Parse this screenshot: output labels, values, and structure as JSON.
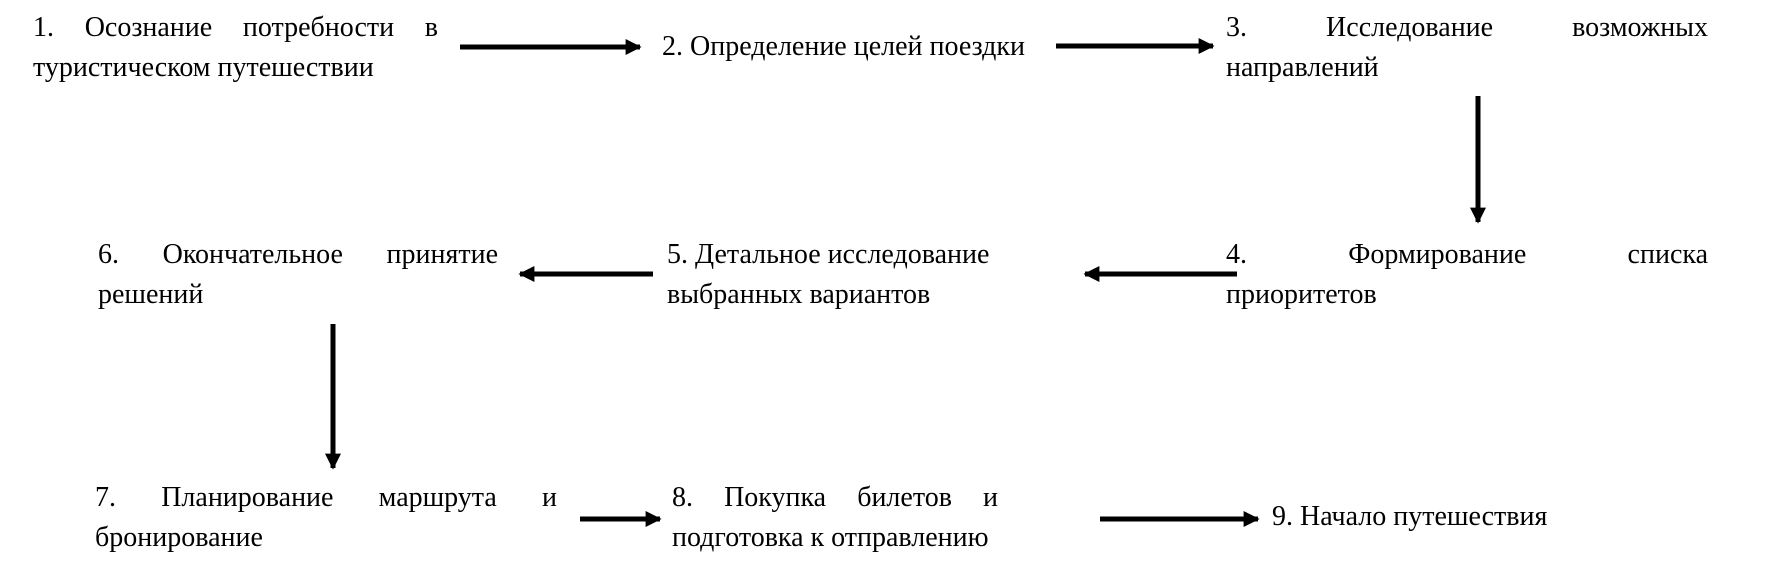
{
  "diagram": {
    "language": "ru",
    "colors": {
      "background": "#ffffff",
      "text": "#000000",
      "arrow": "#000000"
    },
    "steps": [
      {
        "id": 1,
        "lines": [
          "1.  Осознание  потребности  в",
          "туристическом путешествии"
        ]
      },
      {
        "id": 2,
        "lines": [
          "2. Определение целей поездки"
        ]
      },
      {
        "id": 3,
        "lines": [
          "3.  Исследование  возможных",
          "направлений"
        ]
      },
      {
        "id": 4,
        "lines": [
          "4.  Формирование  списка",
          "приоритетов"
        ]
      },
      {
        "id": 5,
        "lines": [
          "5. Детальное исследование",
          "выбранных вариантов"
        ]
      },
      {
        "id": 6,
        "lines": [
          "6.  Окончательное  принятие",
          "решений"
        ]
      },
      {
        "id": 7,
        "lines": [
          "7.  Планирование  маршрута  и",
          "бронирование"
        ]
      },
      {
        "id": 8,
        "lines": [
          "8.  Покупка  билетов  и",
          "подготовка к отправлению"
        ]
      },
      {
        "id": 9,
        "lines": [
          "9. Начало путешествия"
        ]
      }
    ],
    "connections": [
      {
        "from": 1,
        "to": 2,
        "direction": "right"
      },
      {
        "from": 2,
        "to": 3,
        "direction": "right"
      },
      {
        "from": 3,
        "to": 4,
        "direction": "down"
      },
      {
        "from": 4,
        "to": 5,
        "direction": "left"
      },
      {
        "from": 5,
        "to": 6,
        "direction": "left"
      },
      {
        "from": 6,
        "to": 7,
        "direction": "down"
      },
      {
        "from": 7,
        "to": 8,
        "direction": "right"
      },
      {
        "from": 8,
        "to": 9,
        "direction": "right"
      }
    ]
  }
}
